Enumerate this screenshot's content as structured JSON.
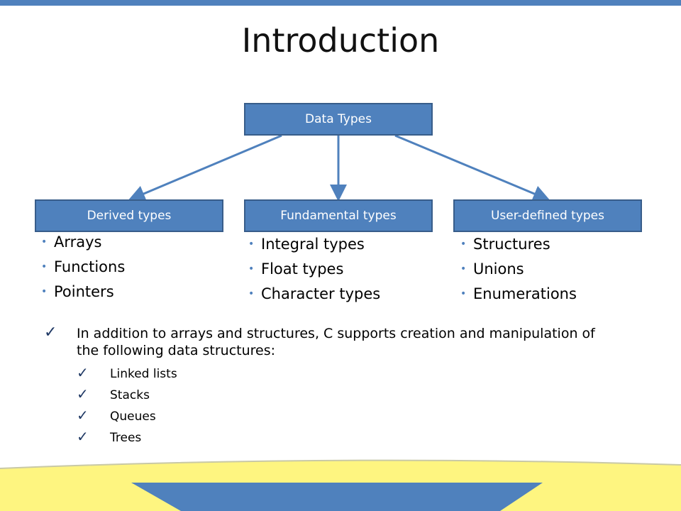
{
  "title": "Introduction",
  "diagram": {
    "root": "Data Types",
    "children": [
      {
        "label": "Derived types",
        "items": [
          "Arrays",
          "Functions",
          "Pointers"
        ]
      },
      {
        "label": "Fundamental types",
        "items": [
          "Integral types",
          "Float types",
          "Character types"
        ]
      },
      {
        "label": "User-defined types",
        "items": [
          "Structures",
          "Unions",
          "Enumerations"
        ]
      }
    ]
  },
  "notes": {
    "main": "In addition to arrays and structures, C supports creation and manipulation of the following data structures:",
    "sub_items": [
      "Linked lists",
      "Stacks",
      "Queues",
      "Trees"
    ]
  },
  "colors": {
    "accent": "#4f81bd",
    "box_border": "#385d8a",
    "footer_yellow": "#fef580",
    "check": "#1f3864"
  }
}
